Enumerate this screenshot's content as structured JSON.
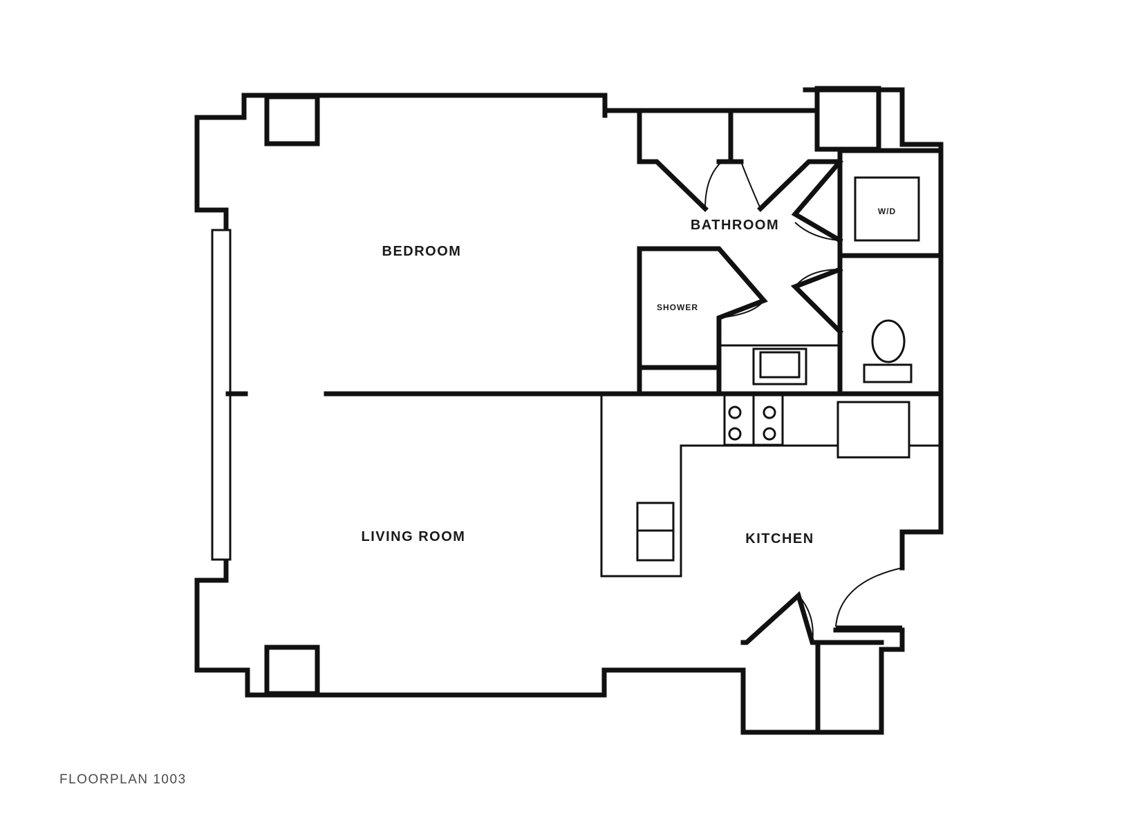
{
  "rooms": {
    "bedroom": "BEDROOM",
    "bathroom": "BATHROOM",
    "shower": "SHOWER",
    "washer_dryer": "W/D",
    "living_room": "LIVING ROOM",
    "kitchen": "KITCHEN"
  },
  "caption": "FLOORPLAN 1003",
  "colors": {
    "wall": "#111111",
    "background": "#ffffff",
    "caption": "#4a4a4a"
  }
}
